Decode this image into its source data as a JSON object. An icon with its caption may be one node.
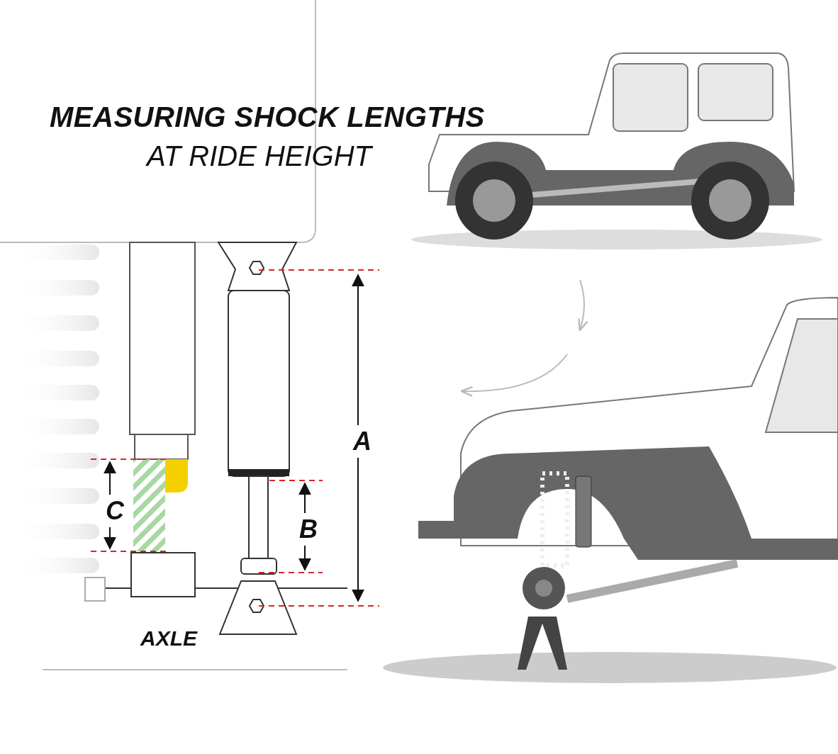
{
  "diagram": {
    "title": "MEASURING SHOCK LENGTHS",
    "labels": [
      "AT RIDE HEIGHT",
      "A",
      "C",
      "B",
      "AXLE"
    ]
  }
}
